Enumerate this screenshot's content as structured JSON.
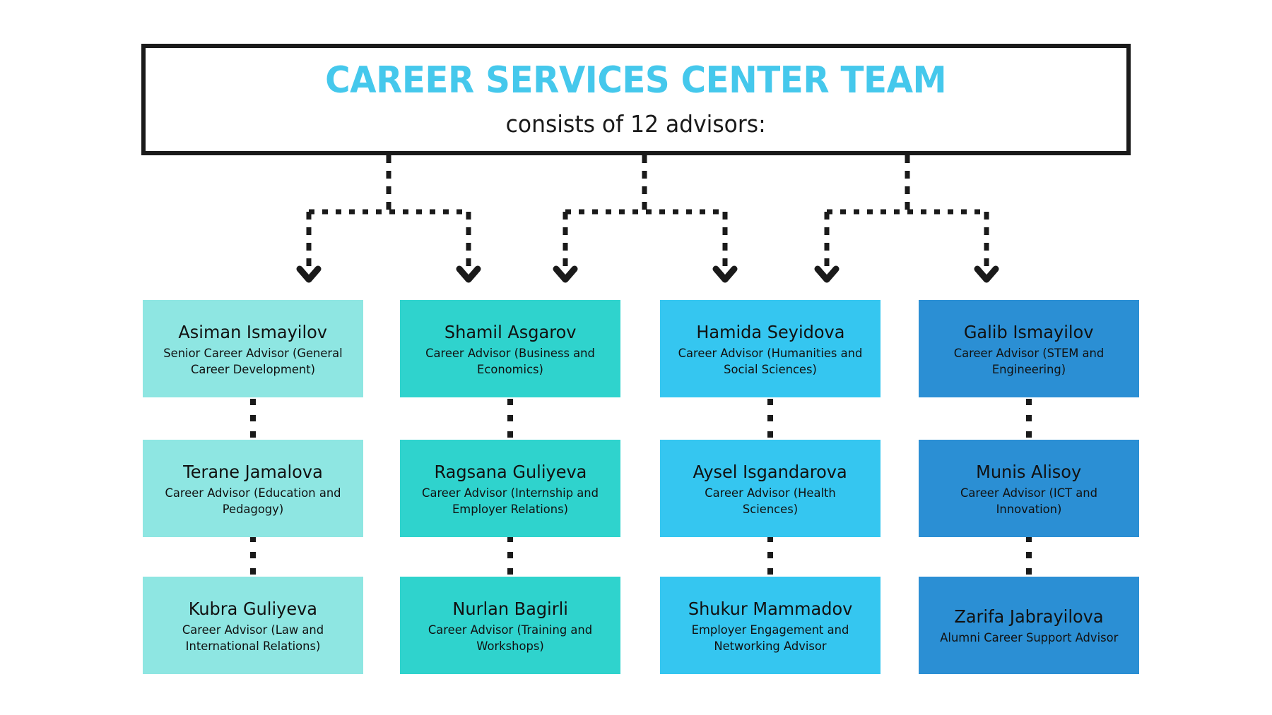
{
  "header": {
    "title": "CAREER SERVICES CENTER TEAM",
    "subtitle": "consists of 12 advisors:"
  },
  "colors": {
    "title_color": "#45c8ec",
    "border_color": "#1a1a1a",
    "connector_color": "#1a1a1a",
    "background": "#ffffff",
    "column_1": "#8ee6e2",
    "column_2": "#2fd3cd",
    "column_3": "#35c6f0",
    "column_4": "#2b8fd4"
  },
  "columns": [
    {
      "color": "#8ee6e2",
      "cards": [
        {
          "name": "Asiman Ismayilov",
          "role": "Senior Career Advisor (General Career Development)"
        },
        {
          "name": "Terane Jamalova",
          "role": "Career Advisor (Education and Pedagogy)"
        },
        {
          "name": "Kubra Guliyeva",
          "role": "Career Advisor (Law and International Relations)"
        }
      ]
    },
    {
      "color": "#2fd3cd",
      "cards": [
        {
          "name": "Shamil Asgarov",
          "role": "Career Advisor (Business and Economics)"
        },
        {
          "name": "Ragsana Guliyeva",
          "role": "Career Advisor (Internship and Employer Relations)"
        },
        {
          "name": "Nurlan Bagirli",
          "role": "Career Advisor (Training and Workshops)"
        }
      ]
    },
    {
      "color": "#35c6f0",
      "cards": [
        {
          "name": "Hamida Seyidova",
          "role": "Career Advisor (Humanities and Social Sciences)"
        },
        {
          "name": "Aysel Isgandarova",
          "role": "Career Advisor (Health Sciences)"
        },
        {
          "name": "Shukur Mammadov",
          "role": "Employer Engagement and Networking Advisor"
        }
      ]
    },
    {
      "color": "#2b8fd4",
      "cards": [
        {
          "name": "Galib Ismayilov",
          "role": "Career Advisor (STEM and Engineering)"
        },
        {
          "name": "Munis Alisoy",
          "role": "Career Advisor (ICT and Innovation)"
        },
        {
          "name": "Zarifa Jabrayilova",
          "role": "Alumni Career Support Advisor"
        }
      ]
    }
  ],
  "connectors": {
    "style": "dotted",
    "arrow_count": 6,
    "trunk_count": 3,
    "description": "Three dotted trunks drop from the header box, each splitting into two dotted arrows pointing down to the first row of cards; dotted links also join each card down its column."
  }
}
